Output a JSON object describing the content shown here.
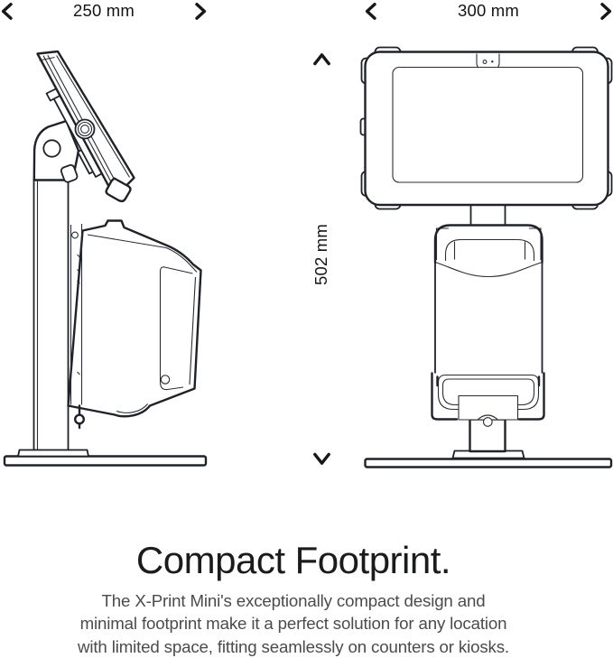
{
  "dimensions": {
    "side_width": {
      "label": "250 mm"
    },
    "front_width": {
      "label": "300 mm"
    },
    "height": {
      "label": "502 mm"
    }
  },
  "footer": {
    "heading": "Compact Footprint.",
    "body_lines": [
      "The X-Print Mini's exceptionally compact design and",
      "minimal footprint make it a perfect solution for any location",
      "with limited space, fitting seamlessly on counters or kiosks."
    ]
  },
  "colors": {
    "line_art": "#1f2228",
    "heading_text": "#1a1b1d",
    "body_text": "#4b4b4d",
    "background": "#ffffff"
  }
}
